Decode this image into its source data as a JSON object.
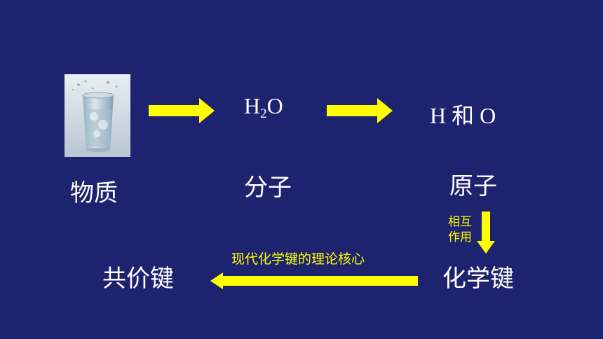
{
  "nodes": {
    "substance": "物质",
    "molecule": "分子",
    "atom": "原子",
    "chemical_bond": "化学键",
    "covalent_bond": "共价键"
  },
  "formulas": {
    "water_main": "H",
    "water_sub": "2",
    "water_end": "O",
    "elements": "H 和 O"
  },
  "annotations": {
    "interaction_line1": "相互",
    "interaction_line2": "作用",
    "core_theory": "现代化学键的理论核心"
  },
  "image": {
    "icon": "water-glass-icon"
  },
  "colors": {
    "background": "#1e2370",
    "arrow": "#ffff00",
    "text": "#ffffff",
    "accent_text": "#ffff00"
  }
}
